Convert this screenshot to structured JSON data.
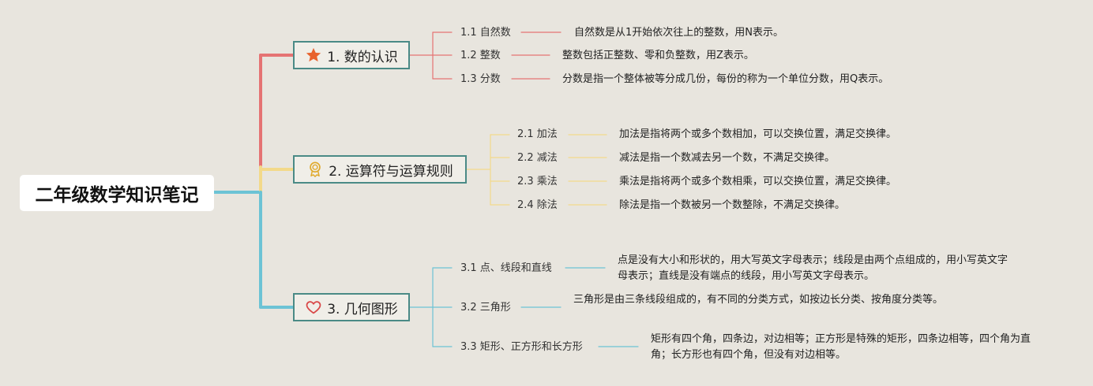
{
  "root": {
    "title": "二年级数学知识笔记"
  },
  "branches": [
    {
      "label": "1. 数的认识",
      "icon": "star-icon",
      "color": "#e57373",
      "items": [
        {
          "label": "1.1 自然数",
          "desc": "自然数是从1开始依次往上的整数，用N表示。"
        },
        {
          "label": "1.2 整数",
          "desc": "整数包括正整数、零和负整数，用Z表示。"
        },
        {
          "label": "1.3 分数",
          "desc": "分数是指一个整体被等分成几份，每份的称为一个单位分数，用Q表示。"
        }
      ]
    },
    {
      "label": "2. 运算符与运算规则",
      "icon": "award-badge-icon",
      "color": "#f3d98a",
      "items": [
        {
          "label": "2.1 加法",
          "desc": "加法是指将两个或多个数相加，可以交换位置，满足交换律。"
        },
        {
          "label": "2.2 减法",
          "desc": "减法是指一个数减去另一个数，不满足交换律。"
        },
        {
          "label": "2.3 乘法",
          "desc": "乘法是指将两个或多个数相乘，可以交换位置，满足交换律。"
        },
        {
          "label": "2.4 除法",
          "desc": "除法是指一个数被另一个数整除，不满足交换律。"
        }
      ]
    },
    {
      "label": "3. 几何图形",
      "icon": "heart-icon",
      "color": "#6cc3d5",
      "items": [
        {
          "label": "3.1 点、线段和直线",
          "desc": "点是没有大小和形状的，用大写英文字母表示；线段是由两个点组成的，用小写英文字母表示；直线是没有端点的线段，用小写英文字母表示。"
        },
        {
          "label": "3.2 三角形",
          "desc": "三角形是由三条线段组成的，有不同的分类方式，如按边长分类、按角度分类等。"
        },
        {
          "label": "3.3 矩形、正方形和长方形",
          "desc": "矩形有四个角，四条边，对边相等；正方形是特殊的矩形，四条边相等，四个角为直角；长方形也有四个角，但没有对边相等。"
        }
      ]
    }
  ]
}
